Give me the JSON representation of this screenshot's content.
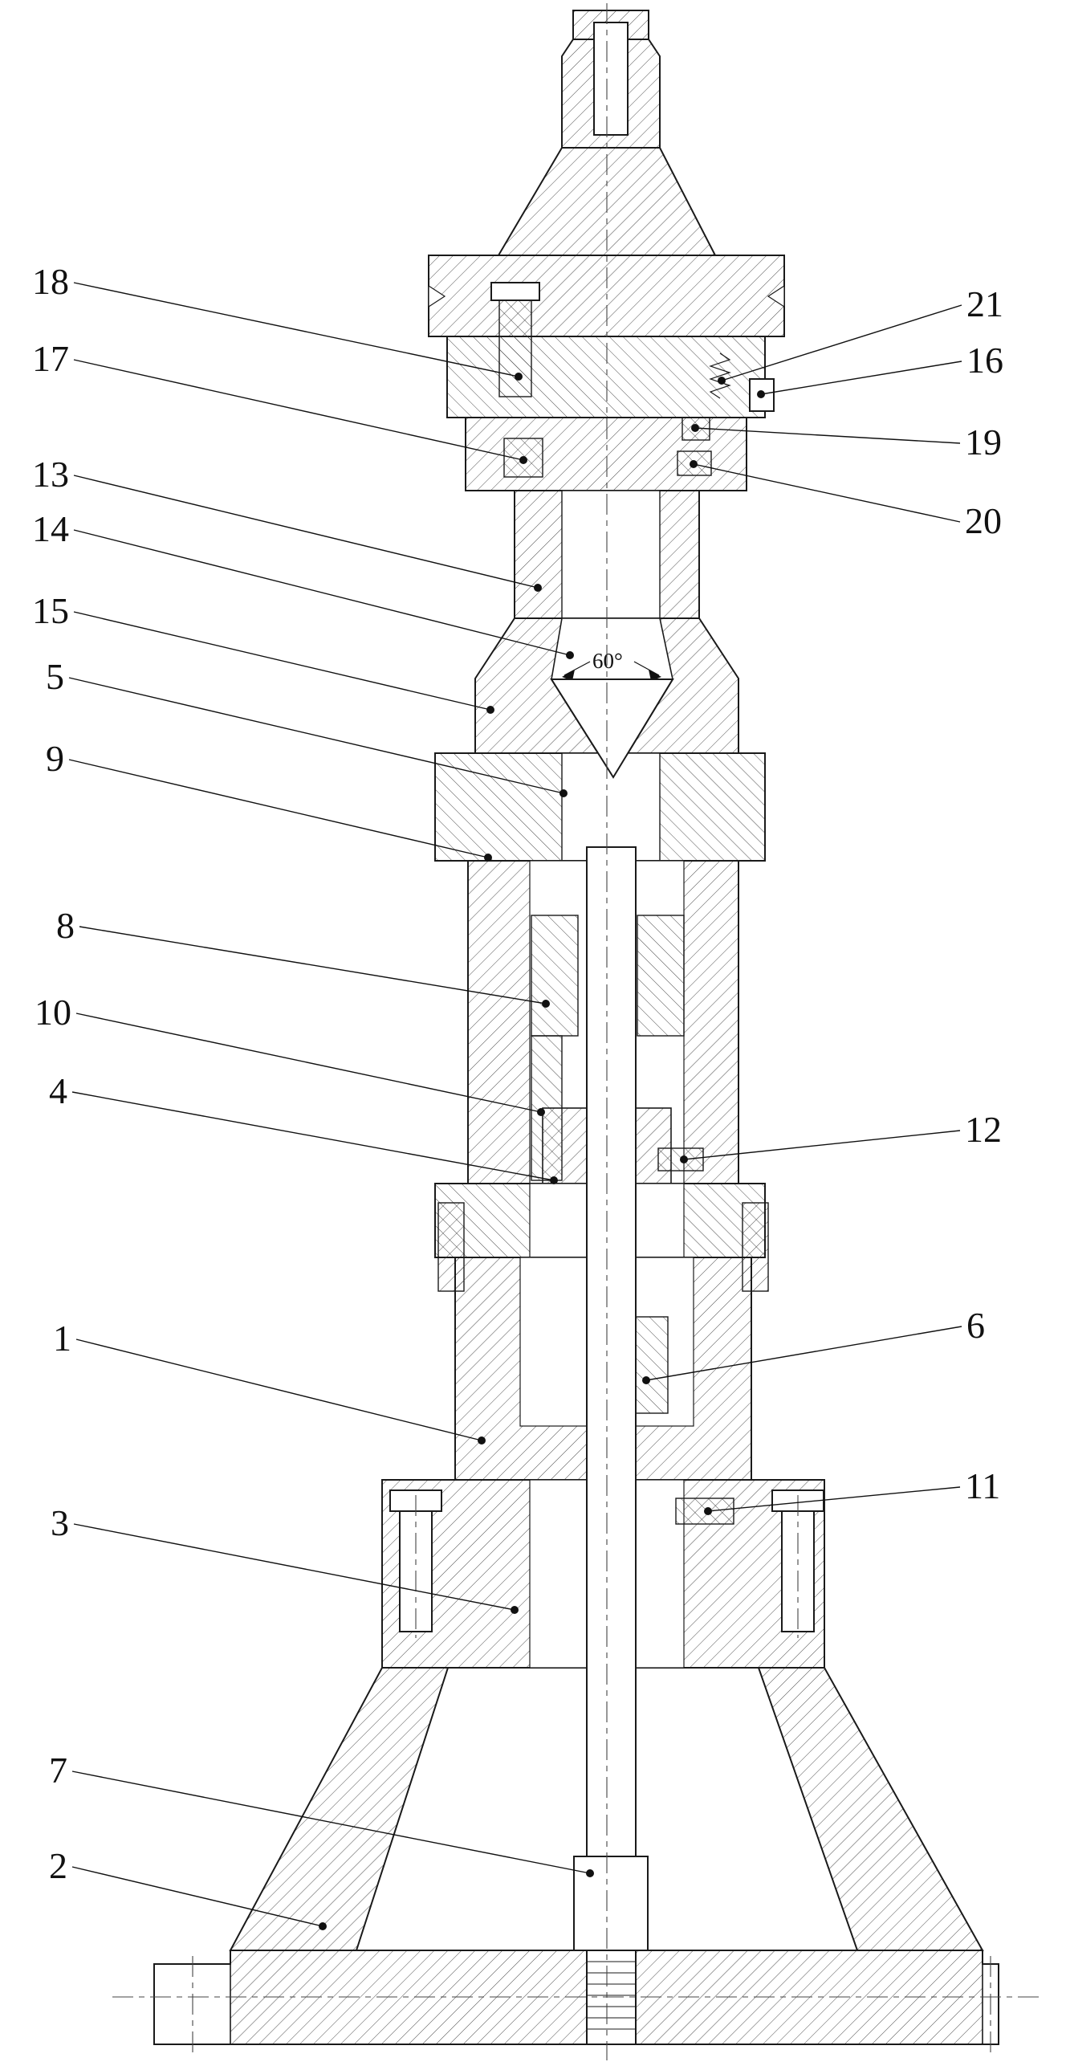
{
  "figure": {
    "angle_annotation": "60°",
    "colors": {
      "line": "#1a1a1a",
      "background": "#ffffff"
    },
    "part_labels": [
      {
        "id": "18",
        "text": "18"
      },
      {
        "id": "17",
        "text": "17"
      },
      {
        "id": "13",
        "text": "13"
      },
      {
        "id": "14",
        "text": "14"
      },
      {
        "id": "15",
        "text": "15"
      },
      {
        "id": "5",
        "text": "5"
      },
      {
        "id": "9",
        "text": "9"
      },
      {
        "id": "8",
        "text": "8"
      },
      {
        "id": "10",
        "text": "10"
      },
      {
        "id": "4",
        "text": "4"
      },
      {
        "id": "1",
        "text": "1"
      },
      {
        "id": "3",
        "text": "3"
      },
      {
        "id": "7",
        "text": "7"
      },
      {
        "id": "2",
        "text": "2"
      },
      {
        "id": "21",
        "text": "21"
      },
      {
        "id": "16",
        "text": "16"
      },
      {
        "id": "19",
        "text": "19"
      },
      {
        "id": "20",
        "text": "20"
      },
      {
        "id": "12",
        "text": "12"
      },
      {
        "id": "6",
        "text": "6"
      },
      {
        "id": "11",
        "text": "11"
      }
    ]
  }
}
